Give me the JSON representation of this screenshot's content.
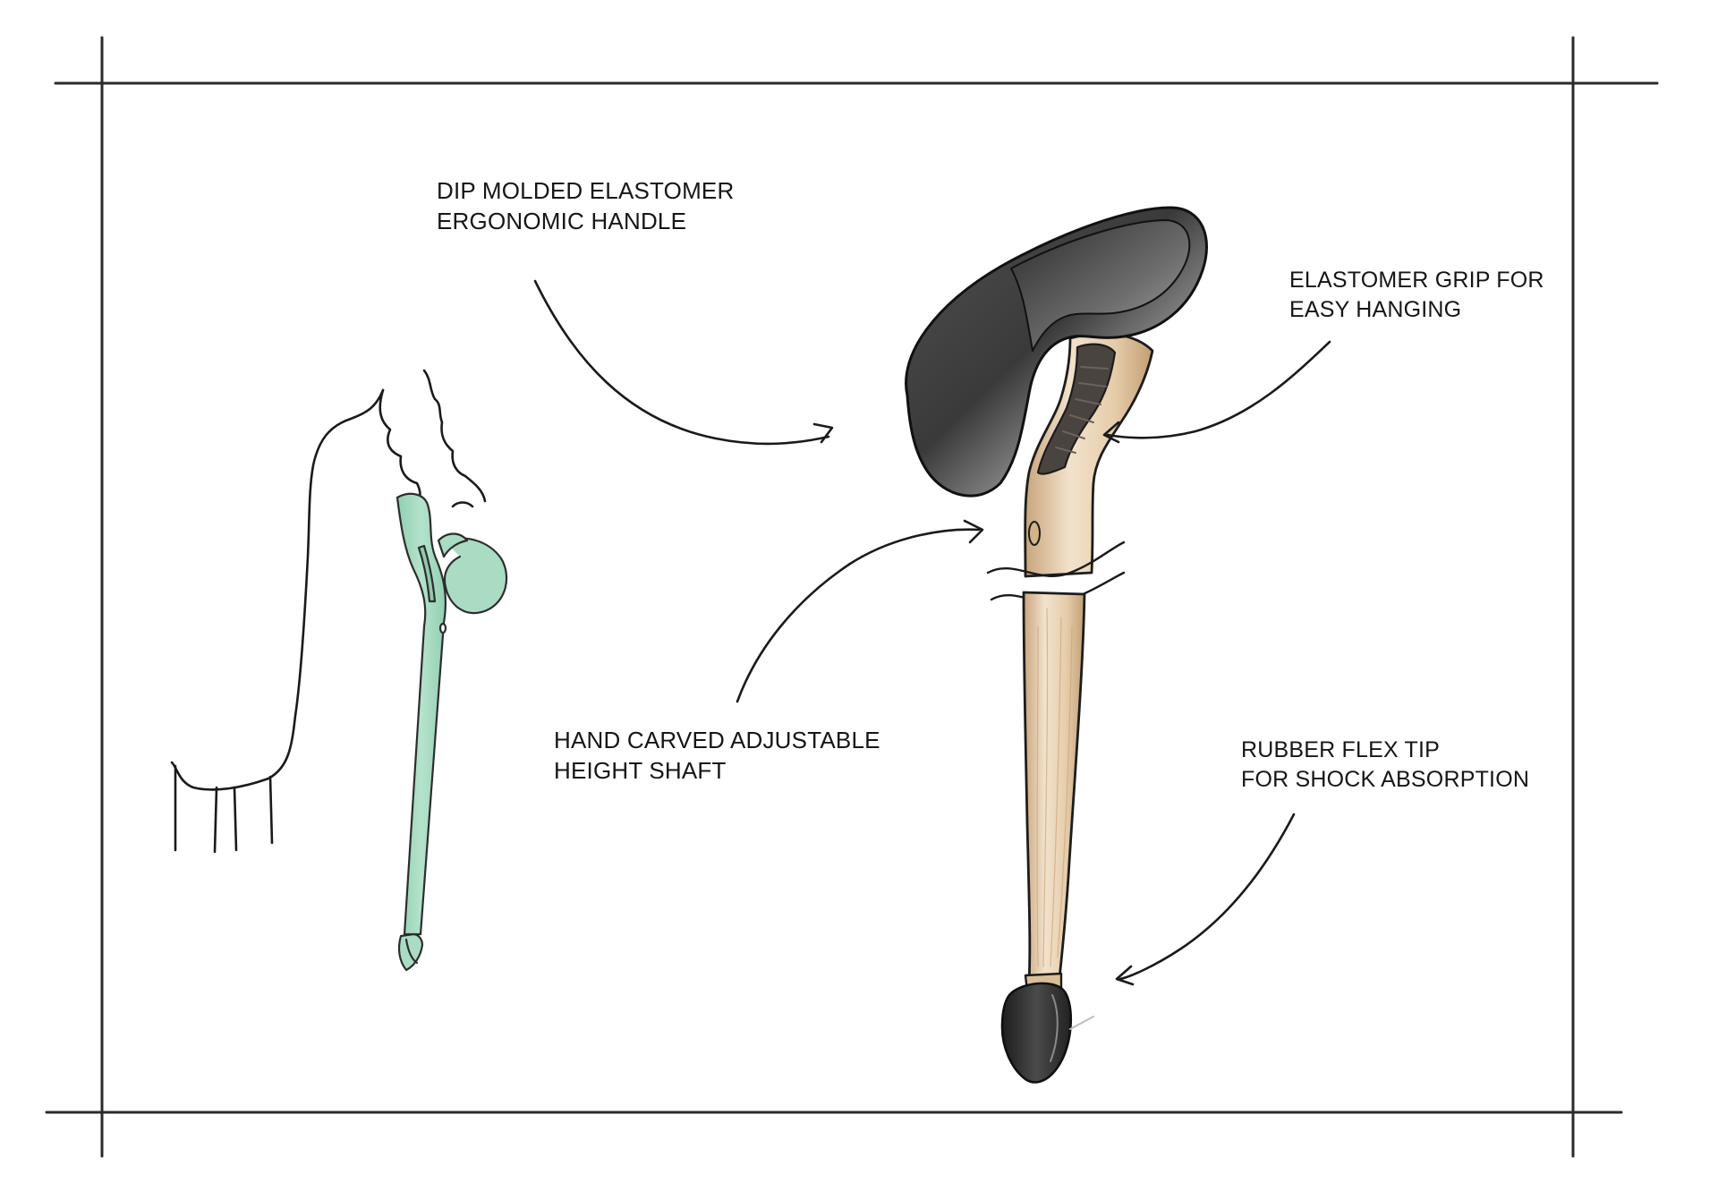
{
  "callouts": {
    "handle": {
      "line1": "DIP MOLDED ELASTOMER",
      "line2": "ERGONOMIC HANDLE"
    },
    "grip": {
      "line1": "ELASTOMER GRIP FOR",
      "line2": "EASY HANGING"
    },
    "shaft": {
      "line1": "HAND CARVED ADJUSTABLE",
      "line2": "HEIGHT SHAFT"
    },
    "tip": {
      "line1": "RUBBER FLEX TIP",
      "line2": "FOR SHOCK ABSORPTION"
    }
  },
  "colors": {
    "frame": "#2a2a2a",
    "ink": "#161616",
    "mint_body": "#a9dcc3",
    "mint_shade": "#7fbf9f",
    "wood_light": "#efdcc2",
    "wood_mid": "#ddc09a",
    "wood_dark": "#b8946a",
    "elastomer_dark": "#2e2e2e",
    "elastomer_light": "#d9d9d9"
  }
}
